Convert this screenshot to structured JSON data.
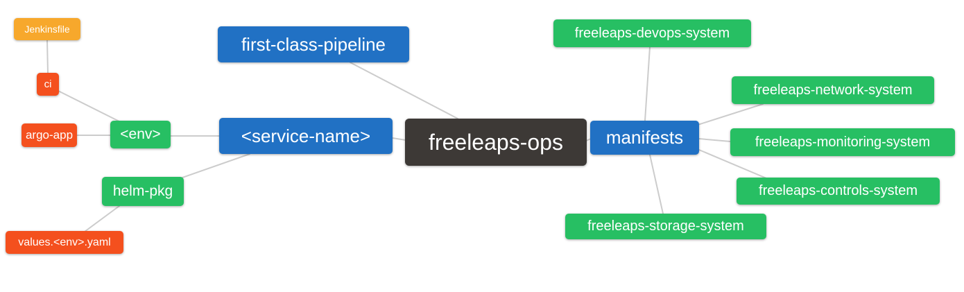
{
  "diagram": {
    "type": "mindmap",
    "background": "#ffffff",
    "colors": {
      "orange": "#f7a82c",
      "red": "#f4501e",
      "green": "#27bf63",
      "blue": "#2171c4",
      "dark": "#3d3936",
      "edge": "#cccccc",
      "text": "#ffffff"
    },
    "root_label": "freeleaps-ops",
    "nodes": [
      {
        "id": "jenkinsfile",
        "label": "Jenkinsfile",
        "color": "orange"
      },
      {
        "id": "ci",
        "label": "ci",
        "color": "red"
      },
      {
        "id": "argo-app",
        "label": "argo-app",
        "color": "red"
      },
      {
        "id": "env",
        "label": "<env>",
        "color": "green"
      },
      {
        "id": "helm-pkg",
        "label": "helm-pkg",
        "color": "green"
      },
      {
        "id": "values-env-yaml",
        "label": "values.<env>.yaml",
        "color": "red"
      },
      {
        "id": "first-class-pipeline",
        "label": "first-class-pipeline",
        "color": "blue"
      },
      {
        "id": "service-name",
        "label": "<service-name>",
        "color": "blue"
      },
      {
        "id": "freeleaps-ops",
        "label": "freeleaps-ops",
        "color": "dark"
      },
      {
        "id": "manifests",
        "label": "manifests",
        "color": "blue"
      },
      {
        "id": "freeleaps-devops-system",
        "label": "freeleaps-devops-system",
        "color": "green"
      },
      {
        "id": "freeleaps-network-system",
        "label": "freeleaps-network-system",
        "color": "green"
      },
      {
        "id": "freeleaps-monitoring-system",
        "label": "freeleaps-monitoring-system",
        "color": "green"
      },
      {
        "id": "freeleaps-controls-system",
        "label": "freeleaps-controls-system",
        "color": "green"
      },
      {
        "id": "freeleaps-storage-system",
        "label": "freeleaps-storage-system",
        "color": "green"
      }
    ],
    "edges": [
      {
        "from": "jenkinsfile",
        "to": "ci"
      },
      {
        "from": "ci",
        "to": "env"
      },
      {
        "from": "argo-app",
        "to": "env"
      },
      {
        "from": "env",
        "to": "service-name"
      },
      {
        "from": "service-name",
        "to": "helm-pkg"
      },
      {
        "from": "helm-pkg",
        "to": "values-env-yaml"
      },
      {
        "from": "first-class-pipeline",
        "to": "freeleaps-ops"
      },
      {
        "from": "service-name",
        "to": "freeleaps-ops"
      },
      {
        "from": "freeleaps-ops",
        "to": "manifests"
      },
      {
        "from": "manifests",
        "to": "freeleaps-devops-system"
      },
      {
        "from": "manifests",
        "to": "freeleaps-network-system"
      },
      {
        "from": "manifests",
        "to": "freeleaps-monitoring-system"
      },
      {
        "from": "manifests",
        "to": "freeleaps-controls-system"
      },
      {
        "from": "manifests",
        "to": "freeleaps-storage-system"
      }
    ]
  }
}
